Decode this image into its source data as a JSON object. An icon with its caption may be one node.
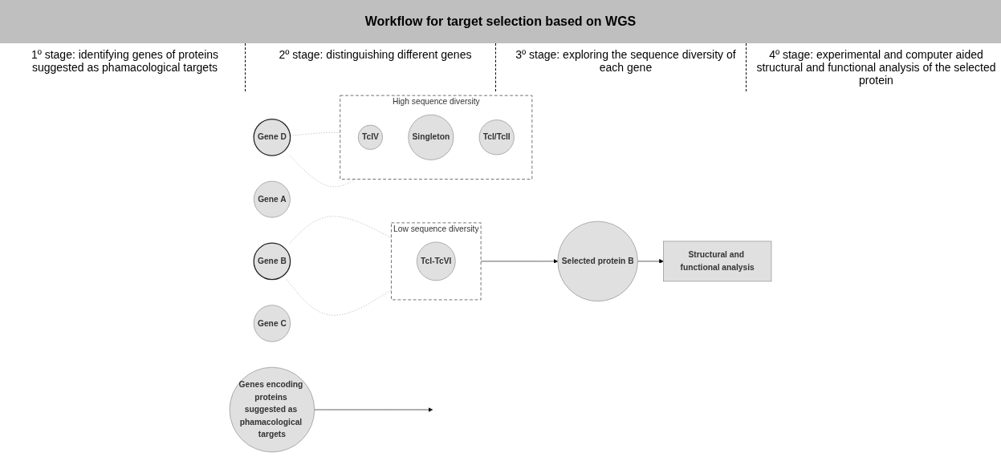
{
  "diagram": {
    "title": "Workflow for target selection based on WGS",
    "nodes": [
      {
        "text": [
          "Genes encoding proteins suggested as phamacological targets"
        ]
      },
      {
        "text": [
          "Gene A"
        ]
      },
      {
        "text": [
          "Gene B"
        ]
      },
      {
        "text": [
          "Gene C"
        ]
      },
      {
        "text": [
          "Gene D"
        ]
      },
      {
        "text": [
          "Low sequence diversity"
        ]
      },
      {
        "text": [
          "TcI-TcVI"
        ],
        "in": 5
      },
      {
        "text": [
          "High sequence diversity"
        ]
      },
      {
        "text": [
          "TcIV"
        ],
        "in": 7
      },
      {
        "text": [
          "Singleton"
        ],
        "in": 7
      },
      {
        "text": [
          "TcI/TcII"
        ],
        "in": 7
      },
      {
        "text": [
          "Selected protein B"
        ]
      },
      {
        "text": [
          "Structural and functional analysis"
        ]
      }
    ],
    "edges": [
      {
        "from": 0,
        "to": null,
        "arrow": "to",
        "color": "#000000"
      },
      {
        "from": 2,
        "to": 5,
        "arrow": "none",
        "style": "dashed"
      },
      {
        "from": 2,
        "to": 5,
        "arrow": "none",
        "style": "dashed"
      },
      {
        "from": 4,
        "to": 7,
        "arrow": "none",
        "style": "dashed"
      },
      {
        "from": 4,
        "to": 7,
        "arrow": "none",
        "style": "dashed"
      },
      {
        "from": 5,
        "to": 11,
        "arrow": "to",
        "color": "#000000"
      },
      {
        "from": 11,
        "to": 12,
        "arrow": "to",
        "color": "#000000"
      }
    ],
    "labels": [
      "1º stage: identifying genes of proteins suggested as phamacological targets",
      "2º stage: distinguishing different genes",
      "3º stage: exploring the sequence diversity of each gene",
      "4º stage: experimental and computer aided structural and functional analysis of the selected protein"
    ]
  }
}
